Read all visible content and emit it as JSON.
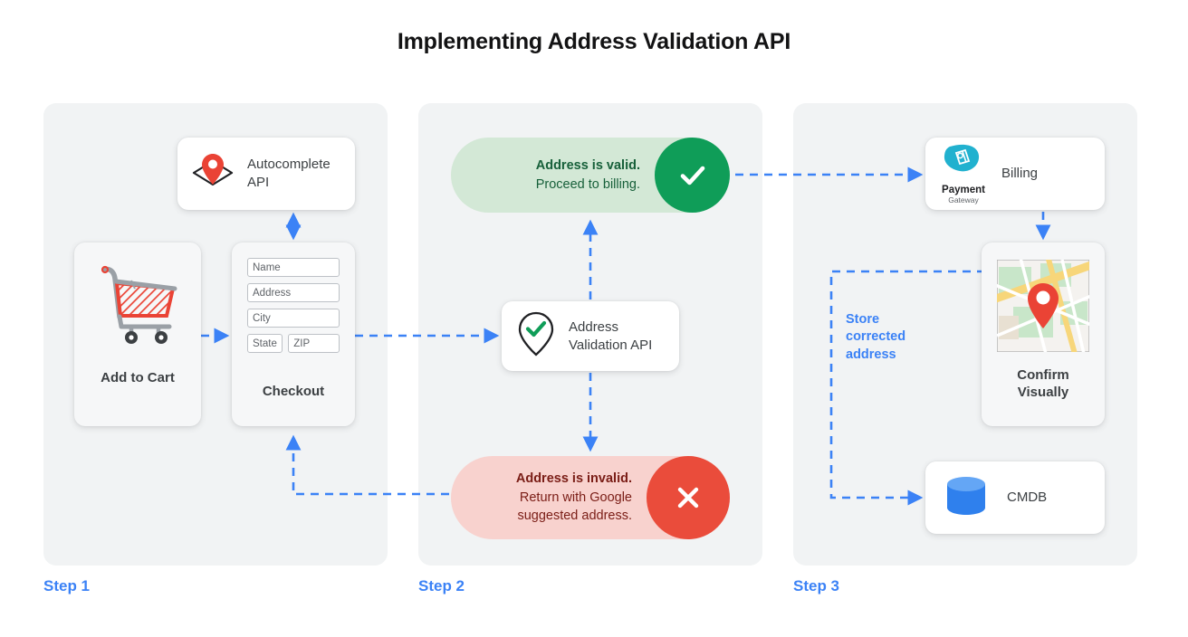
{
  "title": "Implementing Address Validation API",
  "accent_blue": "#3b82f6",
  "panels": [
    {
      "id": "step1",
      "step_label": "Step 1"
    },
    {
      "id": "step2",
      "step_label": "Step 2"
    },
    {
      "id": "step3",
      "step_label": "Step 3"
    }
  ],
  "step1": {
    "autocomplete": {
      "label_line1": "Autocomplete",
      "label_line2": "API",
      "icon": "map-pin-envelope-icon"
    },
    "add_to_cart": {
      "caption": "Add to Cart",
      "icon": "shopping-cart-icon"
    },
    "checkout": {
      "caption": "Checkout",
      "fields": [
        {
          "name": "name",
          "placeholder": "Name"
        },
        {
          "name": "address",
          "placeholder": "Address"
        },
        {
          "name": "city",
          "placeholder": "City"
        },
        {
          "name": "state",
          "placeholder": "State"
        },
        {
          "name": "zip",
          "placeholder": "ZIP"
        }
      ]
    }
  },
  "step2": {
    "valid": {
      "line1": "Address is valid.",
      "line2": "Proceed to billing.",
      "badge_icon": "check-circle-icon",
      "bg_color": "#d3e8d6",
      "badge_color": "#0f9d58"
    },
    "validation_api": {
      "label_line1": "Address",
      "label_line2": "Validation API",
      "icon": "pin-check-icon"
    },
    "invalid": {
      "line1": "Address is invalid.",
      "line2": "Return with Google",
      "line3": "suggested address.",
      "badge_icon": "x-circle-icon",
      "bg_color": "#f8d2ce",
      "badge_color": "#ea4c3b"
    }
  },
  "step3": {
    "billing": {
      "label": "Billing",
      "logo_line1": "Payment",
      "logo_line2": "Gateway",
      "icon": "payment-gateway-icon"
    },
    "confirm": {
      "caption_line1": "Confirm",
      "caption_line2": "Visually",
      "icon": "map-thumbnail-icon"
    },
    "cmdb": {
      "label": "CMDB",
      "icon": "database-cylinder-icon"
    },
    "store_note": {
      "line1": "Store",
      "line2": "corrected",
      "line3": "address"
    }
  }
}
